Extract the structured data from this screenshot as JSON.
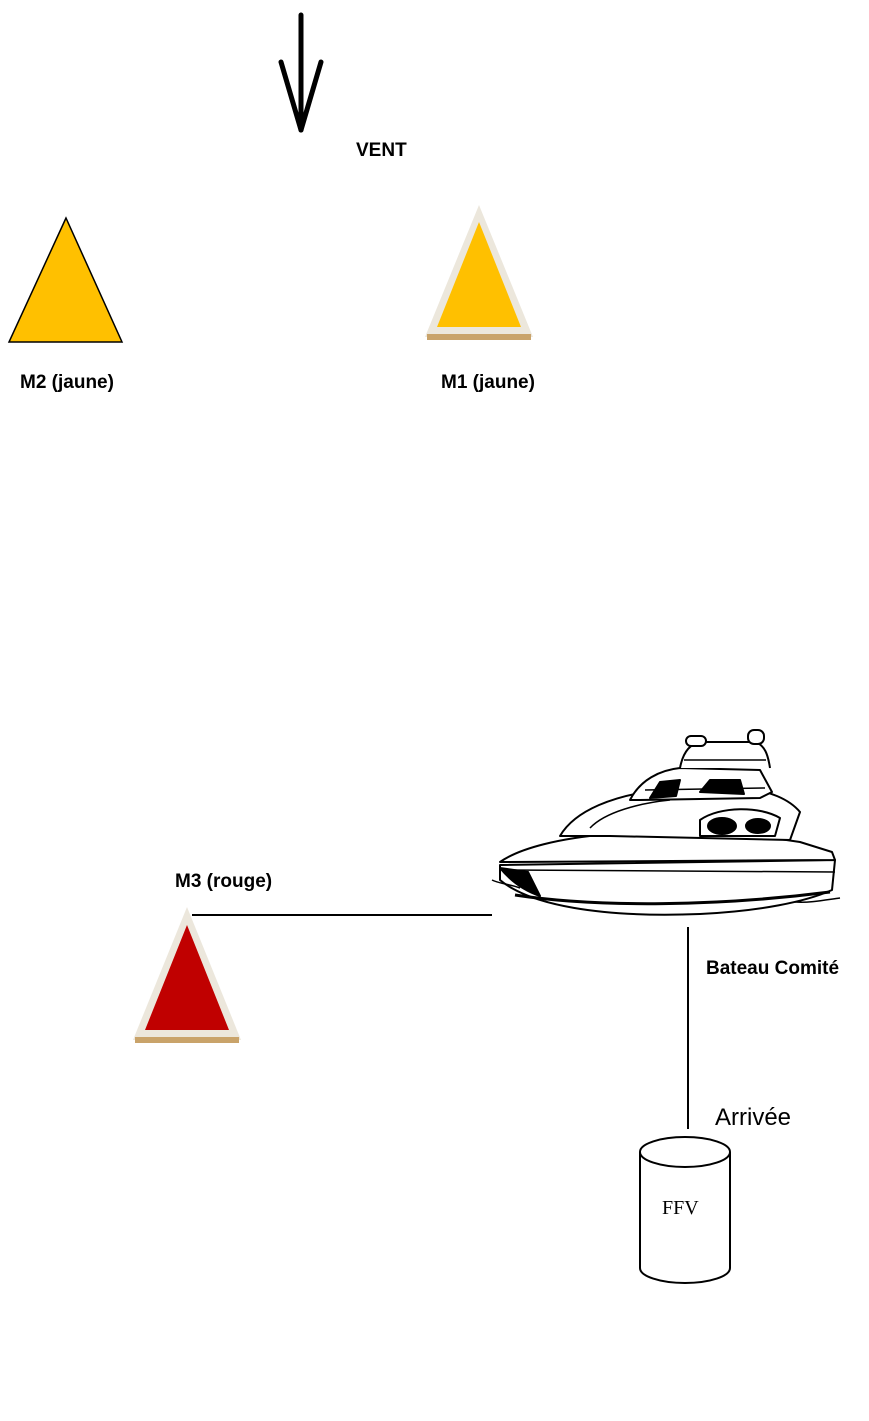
{
  "wind": {
    "label": "VENT",
    "direction": "down"
  },
  "marks": {
    "m1": {
      "label": "M1 (jaune)",
      "color": "#FFC000"
    },
    "m2": {
      "label": "M2 (jaune)",
      "color": "#FFC000"
    },
    "m3": {
      "label": "M3 (rouge)",
      "color": "#C00000"
    }
  },
  "committee_boat": {
    "label": "Bateau Comité"
  },
  "finish": {
    "label": "Arrivée",
    "buoy_text": "FFV"
  },
  "colors": {
    "outline": "#000000",
    "halo": "#ECE7DC",
    "base": "#C9A36A"
  }
}
